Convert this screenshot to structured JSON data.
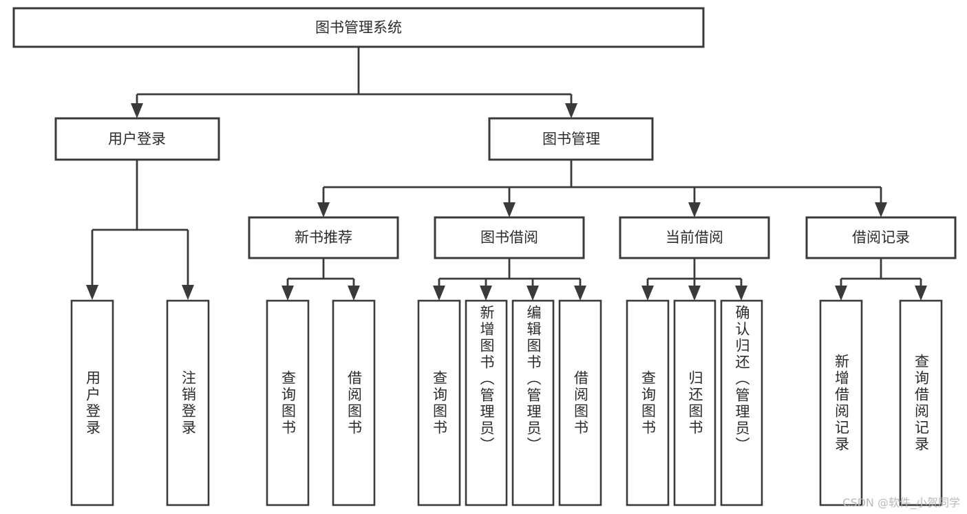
{
  "diagram": {
    "type": "tree",
    "title": "图书管理系统",
    "orientation": "top-down",
    "colors": {
      "box_fill": "#ffffff",
      "box_stroke": "#3a3a3a",
      "text": "#2b2b2b",
      "connector": "#3a3a3a",
      "watermark": "#b9b9b9",
      "background": "#ffffff"
    },
    "root": {
      "id": "root",
      "label": "图书管理系统"
    },
    "level2": [
      {
        "id": "user-login",
        "label": "用户登录"
      },
      {
        "id": "book-manage",
        "label": "图书管理"
      }
    ],
    "level3": [
      {
        "id": "new-book-recommend",
        "label": "新书推荐",
        "parent": "book-manage"
      },
      {
        "id": "book-borrow",
        "label": "图书借阅",
        "parent": "book-manage"
      },
      {
        "id": "current-borrow",
        "label": "当前借阅",
        "parent": "book-manage"
      },
      {
        "id": "borrow-record",
        "label": "借阅记录",
        "parent": "book-manage"
      }
    ],
    "leaves": {
      "user-login": [
        {
          "id": "leaf-user-login",
          "label": "用户登录"
        },
        {
          "id": "leaf-user-logout",
          "label": "注销登录"
        }
      ],
      "new-book-recommend": [
        {
          "id": "leaf-query-book-1",
          "label": "查询图书"
        },
        {
          "id": "leaf-borrow-book-1",
          "label": "借阅图书"
        }
      ],
      "book-borrow": [
        {
          "id": "leaf-query-book-2",
          "label": "查询图书"
        },
        {
          "id": "leaf-add-book",
          "label": "新增图书（管理员）"
        },
        {
          "id": "leaf-edit-book",
          "label": "编辑图书（管理员）"
        },
        {
          "id": "leaf-borrow-book-2",
          "label": "借阅图书"
        }
      ],
      "current-borrow": [
        {
          "id": "leaf-query-book-3",
          "label": "查询图书"
        },
        {
          "id": "leaf-return-book",
          "label": "归还图书"
        },
        {
          "id": "leaf-confirm-return",
          "label": "确认归还（管理员）"
        }
      ],
      "borrow-record": [
        {
          "id": "leaf-add-record",
          "label": "新增借阅记录"
        },
        {
          "id": "leaf-query-record",
          "label": "查询借阅记录"
        }
      ]
    }
  },
  "watermark": {
    "text": "CSDN @软件_小贺同学"
  }
}
